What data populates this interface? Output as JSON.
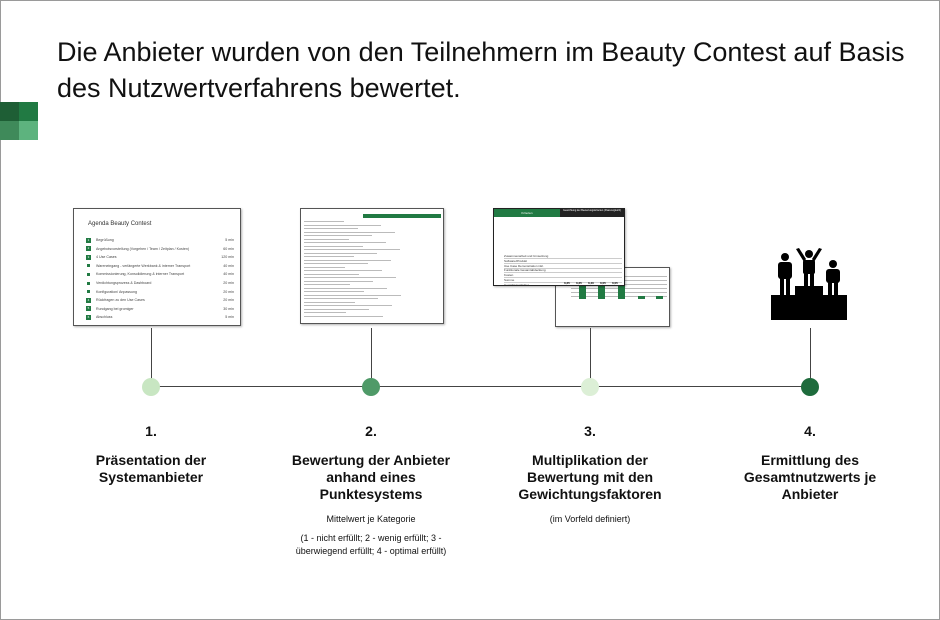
{
  "title": "Die Anbieter wurden von den Teilnehmern im Beauty Contest auf Basis des Nutzwertverfahrens bewertet.",
  "colors": {
    "dark_green": "#1e6b3c",
    "green": "#217a43",
    "mid_green": "#4f9a68",
    "light_green": "#c8e6c2",
    "pale_green": "#dcefd6"
  },
  "agenda": {
    "title": "Agenda Beauty Contest",
    "items": [
      {
        "marker": "1",
        "text": "Begrüßung",
        "time": "5 min"
      },
      {
        "marker": "2",
        "text": "Angebotsvorstellung (Vorgehen / Team / Zeitplan / Kosten)",
        "time": "60 min"
      },
      {
        "marker": "3",
        "text": "4 Use Cases",
        "time": "120 min"
      },
      {
        "marker": "•",
        "text": "Wareneingang - verlängerte Werkbank & interner Transport",
        "time": "40 min"
      },
      {
        "marker": "•",
        "text": "Kommissionierung, Konsolidierung & interner Transport",
        "time": "40 min"
      },
      {
        "marker": "•",
        "text": "Verdichtungsprozess & Dashboard",
        "time": "20 min"
      },
      {
        "marker": "•",
        "text": "Konfiguration/ Anpassung",
        "time": "20 min"
      },
      {
        "marker": "4",
        "text": "Rückfragen zu den Use Cases",
        "time": "20 min"
      },
      {
        "marker": "5",
        "text": "Rundgang bei gromiger",
        "time": "30 min"
      },
      {
        "marker": "6",
        "text": "Abschluss",
        "time": "5 min"
      }
    ]
  },
  "matrix": {
    "header_left": "Kriterien",
    "header_right": "Gewichtung der Bewertungskriterien (Paarvergleich)",
    "rows": [
      "Zusammenarbeit und Umsetzung",
      "Software/Produkt",
      "Use Case Demonstration inkl.",
      "Funktionale Gesamtabdeckung",
      "Kosten",
      "Summe",
      "Gewichtungsfaktor"
    ],
    "factors": [
      "0,25",
      "0,25",
      "0,40",
      "0,05",
      "0,05"
    ]
  },
  "steps": [
    {
      "number": "1.",
      "label": "Präsentation der Systemanbieter",
      "note": "",
      "detail": ""
    },
    {
      "number": "2.",
      "label": "Bewertung der Anbieter anhand eines Punktesystems",
      "note": "Mittelwert je Kategorie",
      "detail": "(1 - nicht erfüllt; 2 - wenig erfüllt; 3 - überwiegend erfüllt; 4 - optimal erfüllt)"
    },
    {
      "number": "3.",
      "label": "Multiplikation der Bewertung mit den Gewichtungsfaktoren",
      "note": "(im Vorfeld definiert)",
      "detail": ""
    },
    {
      "number": "4.",
      "label": "Ermittlung des Gesamtnutzwerts je Anbieter",
      "note": "",
      "detail": ""
    }
  ]
}
